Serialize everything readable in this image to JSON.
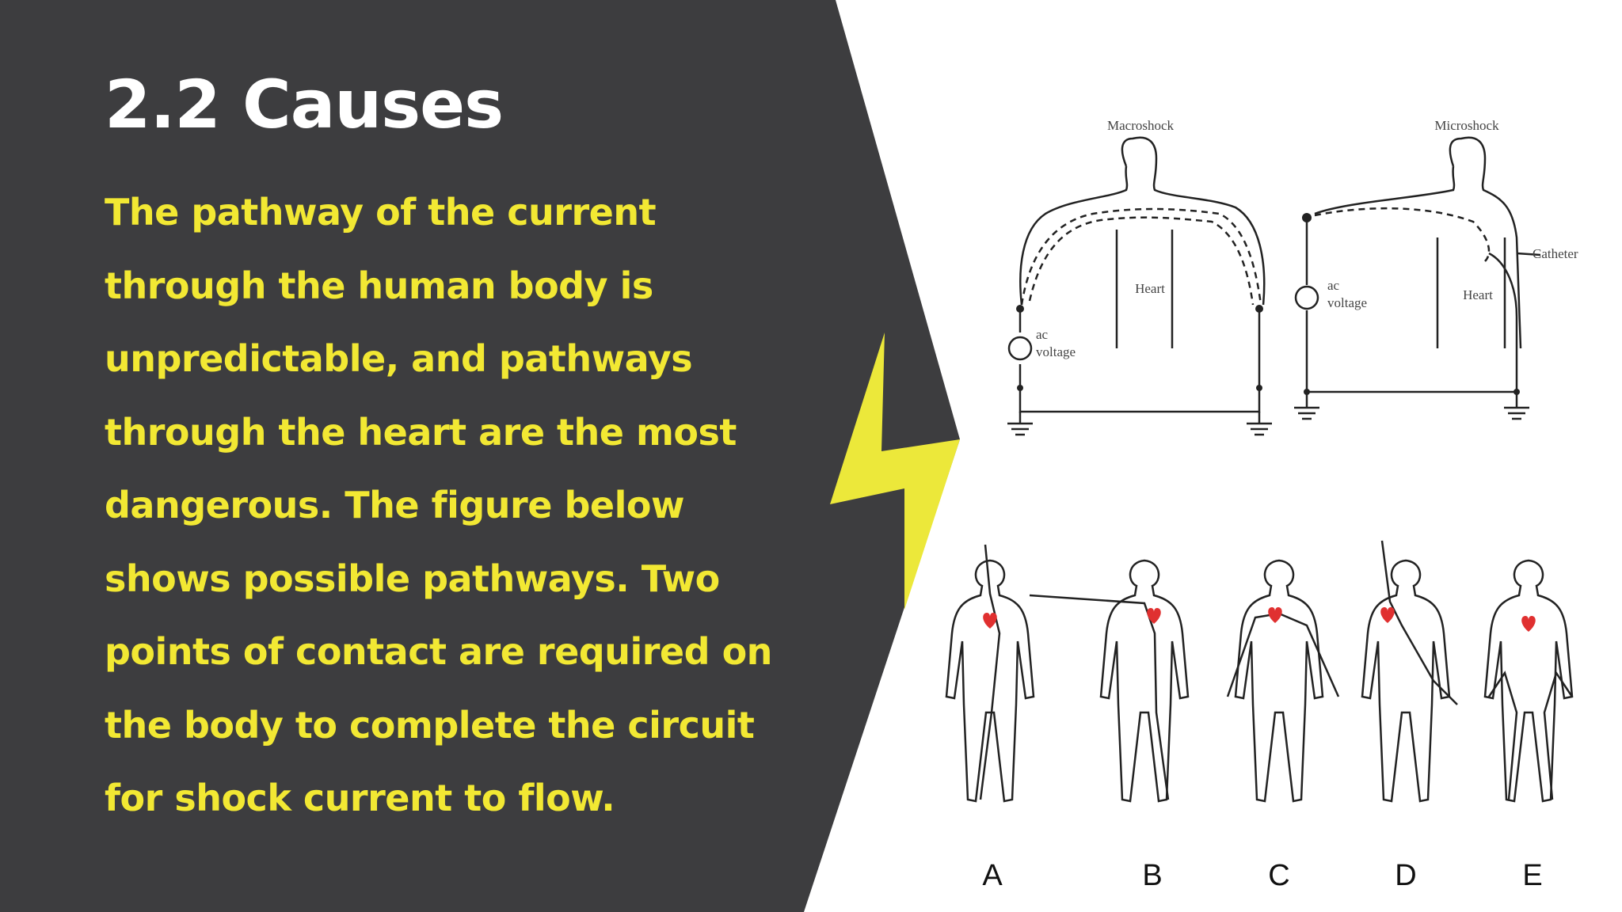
{
  "slide": {
    "title": "2.2 Causes",
    "body": "The pathway of the current through the human body is unpredictable, and pathways through the heart are the most dangerous. The figure below shows possible pathways. Two points of contact are required on the body to complete the circuit for shock current to flow.",
    "colors": {
      "panel": "#3d3d3f",
      "text": "#f2e833",
      "title": "#ffffff",
      "bolt": "#ece83a",
      "heart": "#e03030"
    }
  },
  "figure_top": {
    "left_title": "Macroshock",
    "right_title": "Microshock",
    "heart_label": "Heart",
    "ac_label": "ac",
    "voltage_label": "voltage",
    "catheter_label": "Catheter"
  },
  "figure_bottom": {
    "labels": [
      "A",
      "B",
      "C",
      "D",
      "E"
    ]
  },
  "icons": {
    "bolt": "lightning-bolt-icon"
  }
}
